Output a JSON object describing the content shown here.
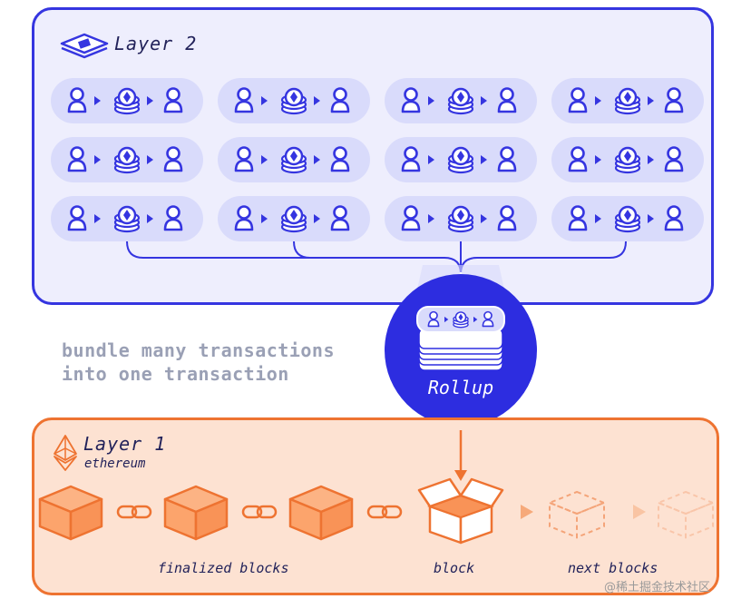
{
  "layer2": {
    "title": "Layer 2",
    "icon": "layers-icon"
  },
  "caption": {
    "line1": "bundle many transactions",
    "line2": "into one transaction"
  },
  "rollup": {
    "label": "Rollup"
  },
  "layer1": {
    "title": "Layer 1",
    "subtitle": "ethereum",
    "icon": "ethereum-icon"
  },
  "labels": {
    "finalized": "finalized blocks",
    "block": "block",
    "next": "next blocks"
  },
  "watermark": "@稀土掘金技术社区",
  "colors": {
    "blue": "#3535e0",
    "orange": "#ee7331",
    "l2_bg": "#eeeefd",
    "l1_bg": "#fde2d2"
  }
}
